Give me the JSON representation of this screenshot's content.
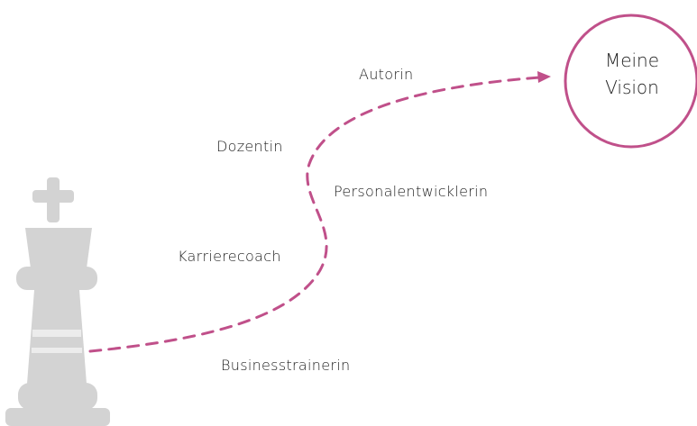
{
  "vision": {
    "line1": "Meine",
    "line2": "Vision"
  },
  "steps": {
    "autorin": "Autorin",
    "dozentin": "Dozentin",
    "personalentwicklerin": "Personalentwicklerin",
    "karrierecoach": "Karrierecoach",
    "businesstrainerin": "Businesstrainerin"
  },
  "colors": {
    "accent": "#c0508a",
    "chess_piece": "#d3d3d3",
    "chess_piece_dark": "#b8b8b8",
    "text": "#222222"
  },
  "icons": {
    "chess_piece": "chess-king-icon",
    "arrow": "dashed-arrow"
  }
}
